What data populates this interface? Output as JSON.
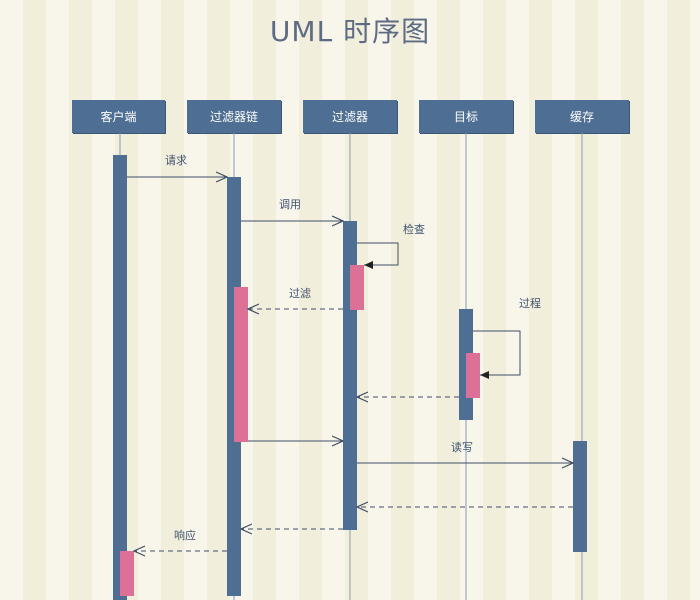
{
  "title": "UML 时序图",
  "participants": [
    "客户端",
    "过滤器链",
    "过滤器",
    "目标",
    "缓存"
  ],
  "messages": {
    "request": "请求",
    "invoke": "调用",
    "check": "检查",
    "filter": "过滤",
    "process": "过程",
    "read_write": "读写",
    "response": "响应"
  },
  "colors": {
    "activation": "#4e6e93",
    "nested_activation": "#dd7096",
    "arrow": "#3f4f66"
  }
}
